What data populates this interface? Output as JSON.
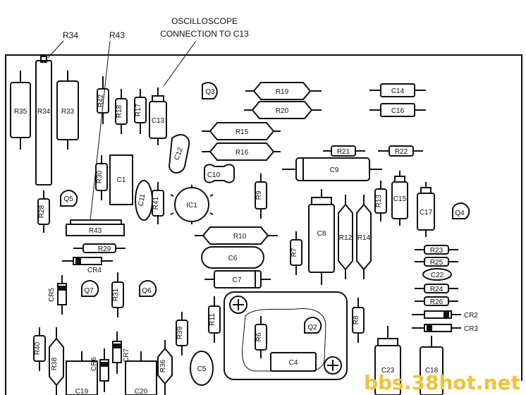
{
  "caption": {
    "oscilloscope_line1": "OSCILLOSCOPE",
    "oscilloscope_line2": "CONNECTION TO C13"
  },
  "callouts": {
    "r34": "R34",
    "r43": "R43"
  },
  "components": {
    "resistors": [
      "R35",
      "R34",
      "R33",
      "R42",
      "R18",
      "R17",
      "R19",
      "R20",
      "R15",
      "R16",
      "R21",
      "R22",
      "R30",
      "R41",
      "R9",
      "R13",
      "R28",
      "R43",
      "R29",
      "R10",
      "R12",
      "R14",
      "R7",
      "R23",
      "R25",
      "R24",
      "R26",
      "R31",
      "R11",
      "R6",
      "R8",
      "R39",
      "R40",
      "R38",
      "R36"
    ],
    "capacitors": [
      "C13",
      "C14",
      "C16",
      "C12",
      "C10",
      "C9",
      "C1",
      "C11",
      "C15",
      "C17",
      "C8",
      "C6",
      "C7",
      "C22",
      "C4",
      "C5",
      "C23",
      "C18",
      "C19",
      "C20"
    ],
    "transistors": [
      "Q3",
      "Q5",
      "Q4",
      "Q7",
      "Q6",
      "Q2"
    ],
    "diodes": [
      "CR4",
      "CR5",
      "CR2",
      "CR3",
      "CR6",
      "CR7"
    ],
    "ic": [
      "IC1"
    ]
  },
  "watermark": "bbs.38hot.net"
}
